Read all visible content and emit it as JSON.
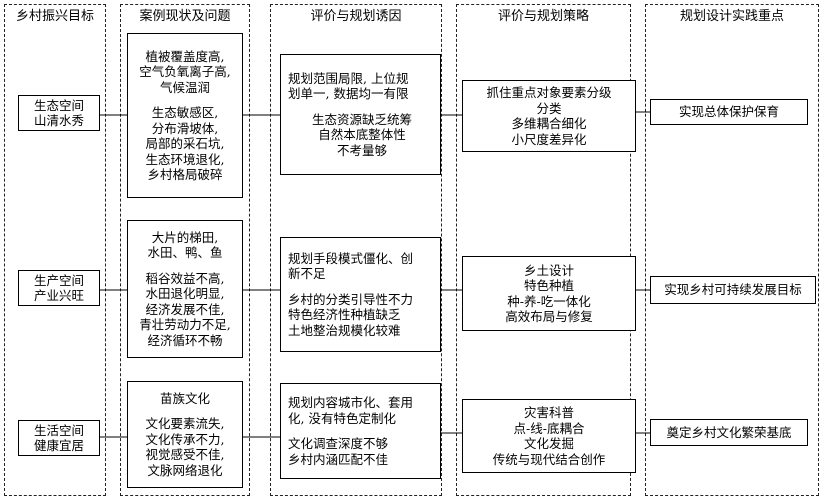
{
  "columns": [
    {
      "title": "乡村振兴目标"
    },
    {
      "title": "案例现状及问题"
    },
    {
      "title": "评价与规划诱因"
    },
    {
      "title": "评价与规划策略"
    },
    {
      "title": "规划设计实践重点"
    }
  ],
  "goals": [
    {
      "line1": "生态空间",
      "line2": "山清水秀"
    },
    {
      "line1": "生产空间",
      "line2": "产业兴旺"
    },
    {
      "line1": "生活空间",
      "line2": "健康宜居"
    }
  ],
  "status": [
    {
      "p1": "植被覆盖度高,\n空气负氧离子高,\n气候温润",
      "p2": "生态敏感区,\n分布滑坡体,\n局部的采石坑,\n生态环境退化,\n乡村格局破碎"
    },
    {
      "p1": "大片的梯田,\n水田、鸭、鱼",
      "p2": "稻谷效益不高,\n水田退化明显,\n经济发展不佳,\n青壮劳动力不足,\n经济循环不畅"
    },
    {
      "p1": "苗族文化",
      "p2": "文化要素流失,\n文化传承不力,\n视觉感受不佳,\n文脉网络退化"
    }
  ],
  "causes": [
    {
      "p1": "规划范围局限, 上位规\n划单一, 数据均一有限",
      "p2": "生态资源缺乏统筹\n自然本底整体性\n不考量够"
    },
    {
      "p1": "规划手段模式僵化、创\n新不足",
      "p2": "乡村的分类引导性不力\n特色经济性种植缺乏\n土地整治规模化较难"
    },
    {
      "p1": "规划内容城市化、套用\n化, 没有特色定制化",
      "p2": "文化调查深度不够\n乡村内涵匹配不佳"
    }
  ],
  "strategies": [
    {
      "text": "抓住重点对象要素分级\n分类\n多维耦合细化\n小尺度差异化"
    },
    {
      "text": "乡土设计\n特色种植\n种-养-吃一体化\n高效布局与修复"
    },
    {
      "text": "灾害科普\n点-线-底耦合\n文化发掘\n传统与现代结合创作"
    }
  ],
  "focus": [
    {
      "text": "实现总体保护保育"
    },
    {
      "text": "实现乡村可持续发展目标"
    },
    {
      "text": "奠定乡村文化繁荣基底"
    }
  ]
}
